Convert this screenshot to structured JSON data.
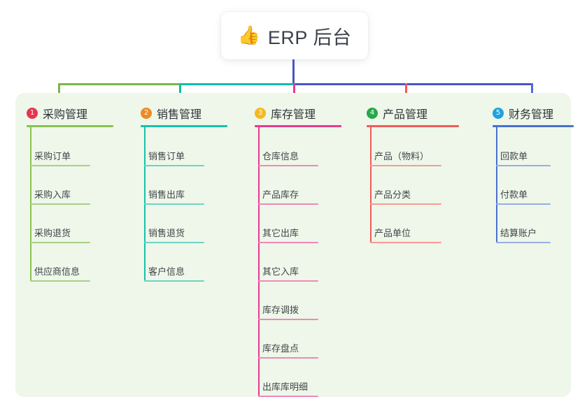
{
  "canvas": {
    "background": "#ffffff",
    "panel_background": "#eef7e9"
  },
  "root": {
    "icon": "thumbs-up-icon",
    "emoji": "👍",
    "title": "ERP 后台"
  },
  "connector_colors": {
    "root_stem": "#4a55c4",
    "bus_left_green": "#7ab648",
    "bus_mid_teal": "#10bfa8",
    "bus_right_purple": "#4a55c4"
  },
  "columns": [
    {
      "index": "1",
      "title": "采购管理",
      "badge_color": "#e8344e",
      "line_color": "#8bc152",
      "leaf_line_color": "#a9cf85",
      "drop_color": "#7ab648",
      "items": [
        "采购订单",
        "采购入库",
        "采购退货",
        "供应商信息"
      ]
    },
    {
      "index": "2",
      "title": "销售管理",
      "badge_color": "#f08a24",
      "line_color": "#17c2ab",
      "leaf_line_color": "#6ed3c6",
      "drop_color": "#10bfa8",
      "items": [
        "销售订单",
        "销售出库",
        "销售退货",
        "客户信息"
      ]
    },
    {
      "index": "3",
      "title": "库存管理",
      "badge_color": "#f5b822",
      "line_color": "#e8398f",
      "leaf_line_color": "#ef88bb",
      "drop_color": "#e8398f",
      "items": [
        "仓库信息",
        "产品库存",
        "其它出库",
        "其它入库",
        "库存调拨",
        "库存盘点",
        "出库库明细"
      ]
    },
    {
      "index": "4",
      "title": "产品管理",
      "badge_color": "#24a94b",
      "line_color": "#f05a5a",
      "leaf_line_color": "#f79b94",
      "drop_color": "#f05a5a",
      "items": [
        "产品（物料）",
        "产品分类",
        "产品单位"
      ]
    },
    {
      "index": "5",
      "title": "财务管理",
      "badge_color": "#21a2e0",
      "line_color": "#4a6fd0",
      "leaf_line_color": "#96aee4",
      "drop_color": "#4a6fd0",
      "items": [
        "回款单",
        "付款单",
        "结算账户"
      ]
    }
  ]
}
